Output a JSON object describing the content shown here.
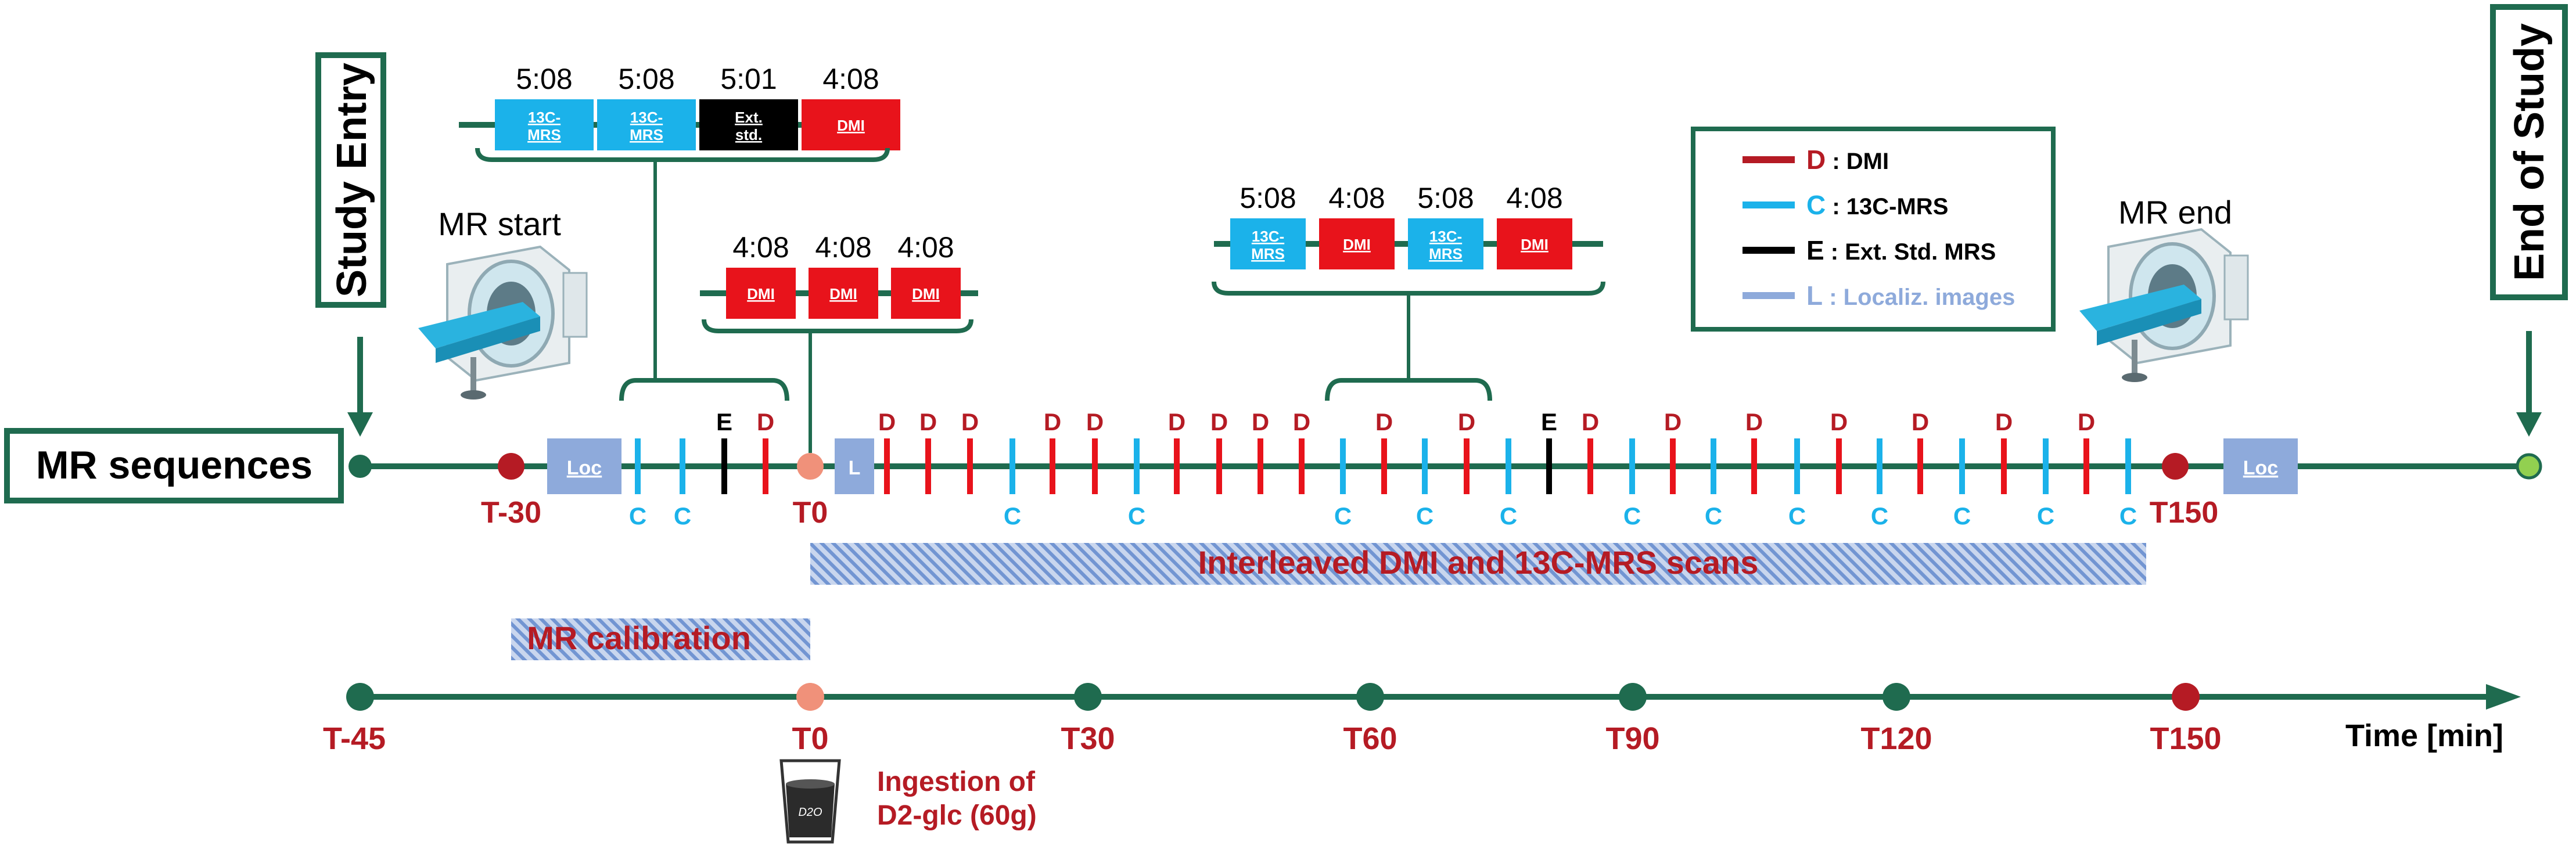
{
  "colors": {
    "green": "#1f6b4f",
    "dark_red": "#b51b24",
    "dmi_red": "#e8131b",
    "cyan": "#1bb2ea",
    "black": "#000000",
    "loc_blue": "#8eaadb",
    "stripe_blue": "#4472c4",
    "t0_salmon": "#f0917a",
    "end_dot": "#92d050"
  },
  "labels": {
    "study_entry": "Study Entry",
    "end_of_study": "End of Study",
    "mr_sequences": "MR sequences",
    "mr_start": "MR start",
    "mr_end": "MR end",
    "interleaved": "Interleaved DMI and 13C-MRS scans",
    "mr_calibration": "MR calibration",
    "time_axis": "Time [min]",
    "ingestion_line1": "Ingestion of",
    "ingestion_line2": "D2-glc (60g)",
    "cup_label": "D2O"
  },
  "seq_points": {
    "t_minus_30": "T-30",
    "t0": "T0",
    "t150": "T150"
  },
  "legend": [
    {
      "letter": "D",
      "text": " : DMI",
      "color": "#b51b24",
      "text_color": "#000000"
    },
    {
      "letter": "C",
      "text": " : 13C-MRS",
      "color": "#1bb2ea",
      "text_color": "#000000"
    },
    {
      "letter": "E",
      "text": " : Ext. Std. MRS",
      "color": "#000000",
      "text_color": "#000000"
    },
    {
      "letter": "L",
      "text": " : Localiz. images",
      "color": "#8eaadb",
      "text_color": "#8eaadb"
    }
  ],
  "block_calibration": [
    {
      "time": "5:08",
      "label": "13C-MRS",
      "type": "C"
    },
    {
      "time": "5:08",
      "label": "13C-MRS",
      "type": "C"
    },
    {
      "time": "5:01",
      "label": "Ext. std.",
      "type": "E"
    },
    {
      "time": "4:08",
      "label": "DMI",
      "type": "D"
    }
  ],
  "block_baseline": [
    {
      "time": "4:08",
      "label": "DMI",
      "type": "D"
    },
    {
      "time": "4:08",
      "label": "DMI",
      "type": "D"
    },
    {
      "time": "4:08",
      "label": "DMI",
      "type": "D"
    }
  ],
  "block_interleaved": [
    {
      "time": "5:08",
      "label": "13C-MRS",
      "type": "C"
    },
    {
      "time": "4:08",
      "label": "DMI",
      "type": "D"
    },
    {
      "time": "5:08",
      "label": "13C-MRS",
      "type": "C"
    },
    {
      "time": "4:08",
      "label": "DMI",
      "type": "D"
    }
  ],
  "loc_label": "Loc",
  "l_label": "L",
  "letter_d": "D",
  "letter_c": "C",
  "letter_e": "E",
  "time_ticks": [
    "T-45",
    "T0",
    "T30",
    "T60",
    "T90",
    "T120",
    "T150"
  ]
}
